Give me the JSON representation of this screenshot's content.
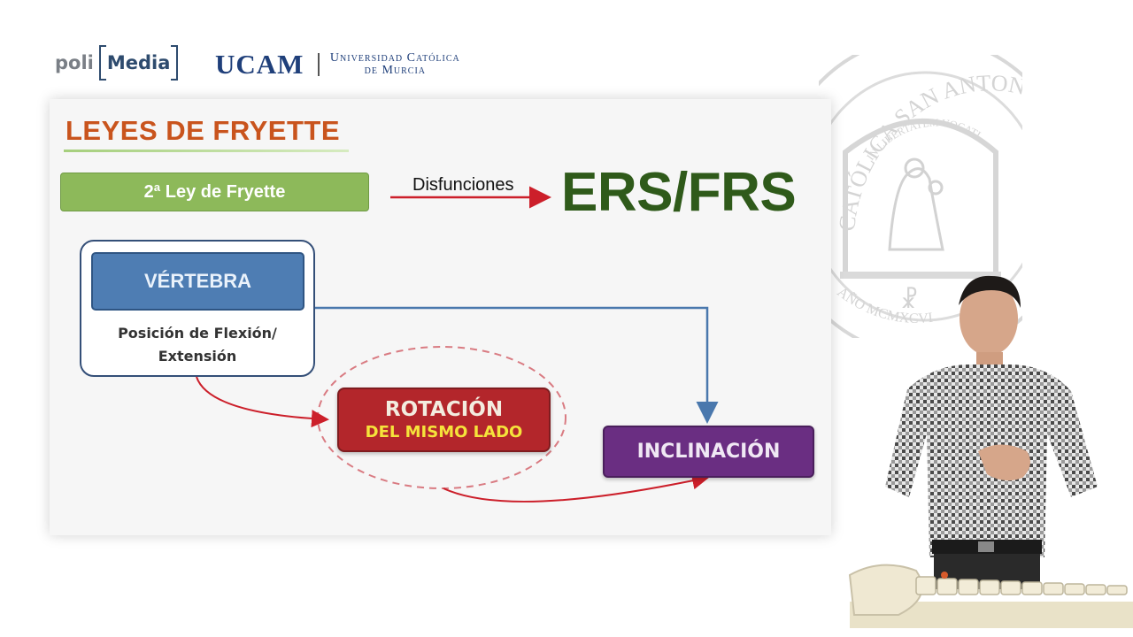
{
  "header": {
    "poli_word": "poli",
    "media_word": "Media",
    "ucam_word": "UCAM",
    "university_line1": "Universidad Católica",
    "university_line2": "de Murcia"
  },
  "slide": {
    "title": "LEYES DE FRYETTE",
    "law_label": "2ª Ley de Fryette",
    "arrow_label": "Disfunciones",
    "result_label": "ERS/FRS",
    "vertebra_label": "VÉRTEBRA",
    "vertebra_sub_line1": "Posición de Flexión/",
    "vertebra_sub_line2": "Extensión",
    "rotation_label": "ROTACIÓN",
    "rotation_sub": "DEL MISMO LADO",
    "inclination_label": "INCLINACIÓN"
  },
  "seal": {
    "ring_text": "CATÓLICA SAN ANTONIO",
    "inner_text": "IN LIBERTATEM VOCATI",
    "year_text": "AÑO MCMXCVI"
  },
  "colors": {
    "title": "#c9541d",
    "law_box": "#8db95a",
    "result": "#2f5a1a",
    "vertebra": "#4e7db3",
    "rotation": "#b3262b",
    "rotation_sub": "#f5e33b",
    "inclination": "#6a2e82",
    "arrow_red": "#cc1f2a",
    "arrow_blue": "#4a78ad"
  }
}
